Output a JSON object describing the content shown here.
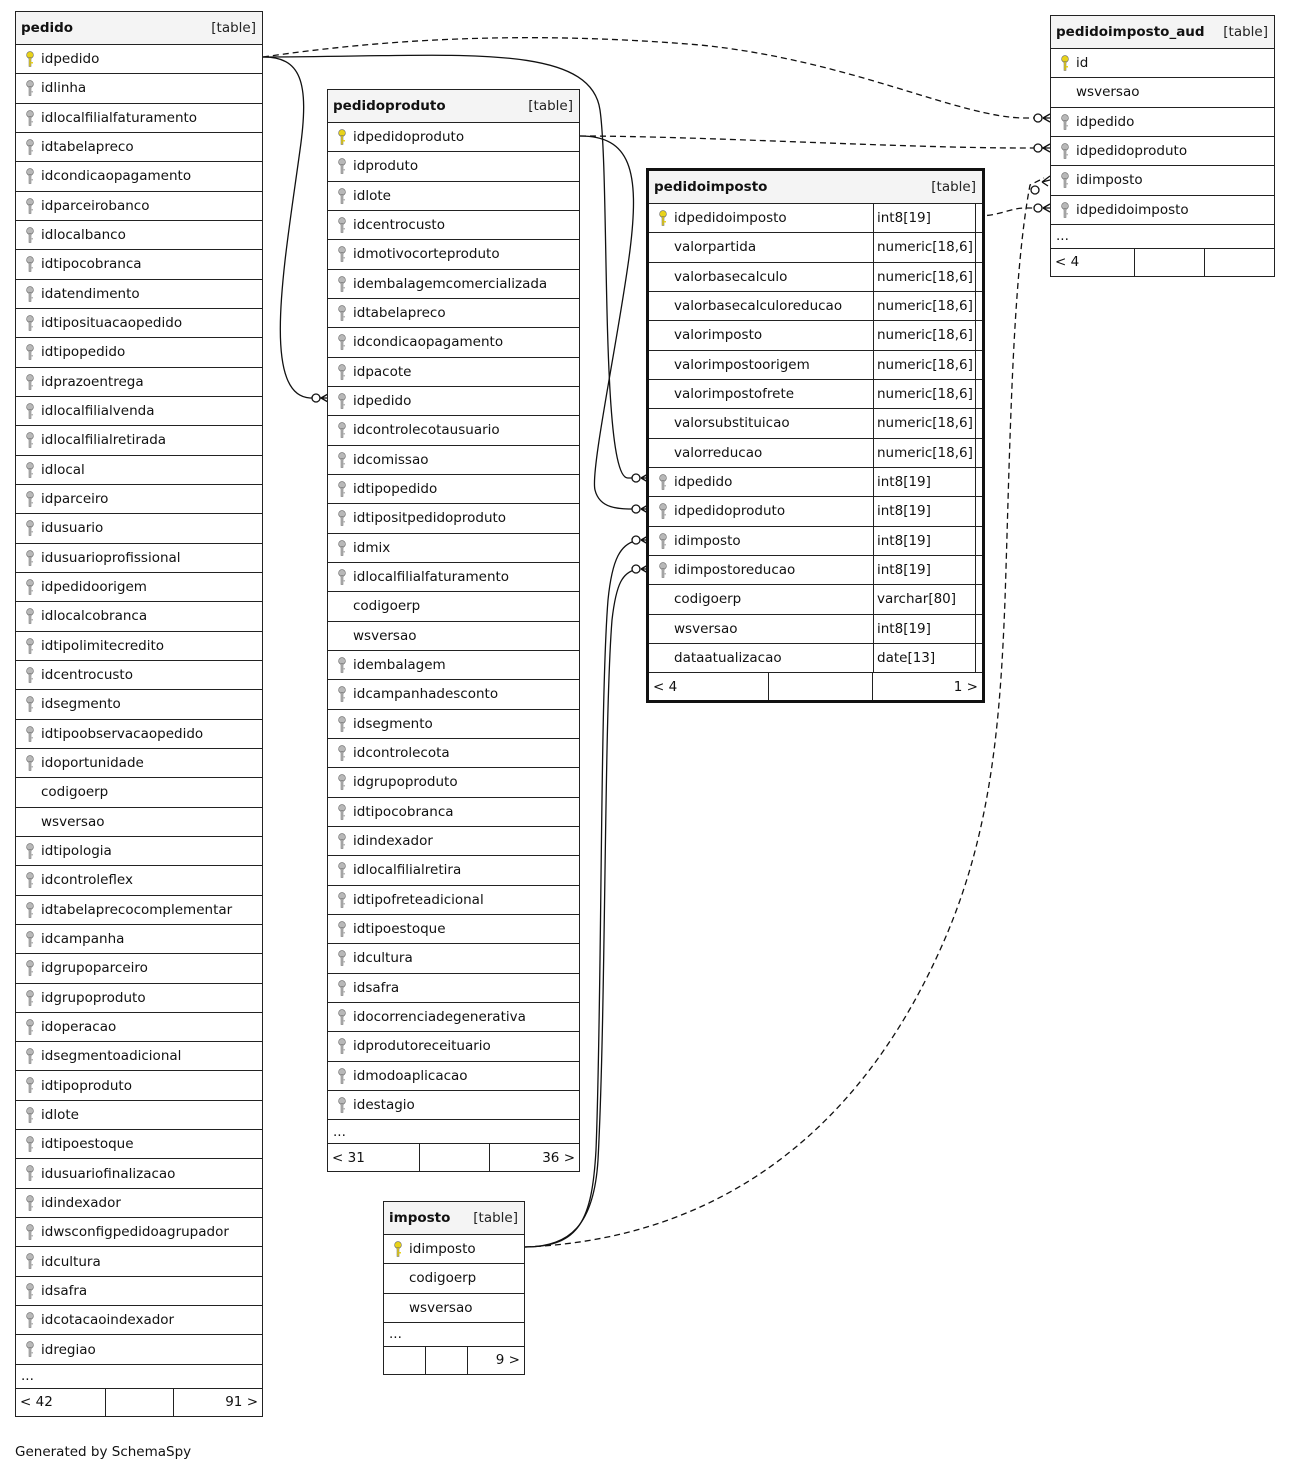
{
  "tables": {
    "pedido": {
      "name": "pedido",
      "tag": "[table]",
      "columns": [
        {
          "name": "idpedido",
          "key": "pk"
        },
        {
          "name": "idlinha",
          "key": "fk"
        },
        {
          "name": "idlocalfilialfaturamento",
          "key": "fk"
        },
        {
          "name": "idtabelapreco",
          "key": "fk"
        },
        {
          "name": "idcondicaopagamento",
          "key": "fk"
        },
        {
          "name": "idparceirobanco",
          "key": "fk"
        },
        {
          "name": "idlocalbanco",
          "key": "fk"
        },
        {
          "name": "idtipocobranca",
          "key": "fk"
        },
        {
          "name": "idatendimento",
          "key": "fk"
        },
        {
          "name": "idtiposituacaopedido",
          "key": "fk"
        },
        {
          "name": "idtipopedido",
          "key": "fk"
        },
        {
          "name": "idprazoentrega",
          "key": "fk"
        },
        {
          "name": "idlocalfilialvenda",
          "key": "fk"
        },
        {
          "name": "idlocalfilialretirada",
          "key": "fk"
        },
        {
          "name": "idlocal",
          "key": "fk"
        },
        {
          "name": "idparceiro",
          "key": "fk"
        },
        {
          "name": "idusuario",
          "key": "fk"
        },
        {
          "name": "idusuarioprofissional",
          "key": "fk"
        },
        {
          "name": "idpedidoorigem",
          "key": "fk"
        },
        {
          "name": "idlocalcobranca",
          "key": "fk"
        },
        {
          "name": "idtipolimitecredito",
          "key": "fk"
        },
        {
          "name": "idcentrocusto",
          "key": "fk"
        },
        {
          "name": "idsegmento",
          "key": "fk"
        },
        {
          "name": "idtipoobservacaopedido",
          "key": "fk"
        },
        {
          "name": "idoportunidade",
          "key": "fk"
        },
        {
          "name": "codigoerp",
          "key": ""
        },
        {
          "name": "wsversao",
          "key": ""
        },
        {
          "name": "idtipologia",
          "key": "fk"
        },
        {
          "name": "idcontroleflex",
          "key": "fk"
        },
        {
          "name": "idtabelaprecocomplementar",
          "key": "fk"
        },
        {
          "name": "idcampanha",
          "key": "fk"
        },
        {
          "name": "idgrupoparceiro",
          "key": "fk"
        },
        {
          "name": "idgrupoproduto",
          "key": "fk"
        },
        {
          "name": "idoperacao",
          "key": "fk"
        },
        {
          "name": "idsegmentoadicional",
          "key": "fk"
        },
        {
          "name": "idtipoproduto",
          "key": "fk"
        },
        {
          "name": "idlote",
          "key": "fk"
        },
        {
          "name": "idtipoestoque",
          "key": "fk"
        },
        {
          "name": "idusuariofinalizacao",
          "key": "fk"
        },
        {
          "name": "idindexador",
          "key": "fk"
        },
        {
          "name": "idwsconfigpedidoagrupador",
          "key": "fk"
        },
        {
          "name": "idcultura",
          "key": "fk"
        },
        {
          "name": "idsafra",
          "key": "fk"
        },
        {
          "name": "idcotacaoindexador",
          "key": "fk"
        },
        {
          "name": "idregiao",
          "key": "fk"
        }
      ],
      "more": "...",
      "footer": {
        "left": "< 42",
        "mid": "",
        "right": "91 >"
      }
    },
    "pedidoproduto": {
      "name": "pedidoproduto",
      "tag": "[table]",
      "columns": [
        {
          "name": "idpedidoproduto",
          "key": "pk"
        },
        {
          "name": "idproduto",
          "key": "fk"
        },
        {
          "name": "idlote",
          "key": "fk"
        },
        {
          "name": "idcentrocusto",
          "key": "fk"
        },
        {
          "name": "idmotivocorteproduto",
          "key": "fk"
        },
        {
          "name": "idembalagemcomercializada",
          "key": "fk"
        },
        {
          "name": "idtabelapreco",
          "key": "fk"
        },
        {
          "name": "idcondicaopagamento",
          "key": "fk"
        },
        {
          "name": "idpacote",
          "key": "fk"
        },
        {
          "name": "idpedido",
          "key": "fk"
        },
        {
          "name": "idcontrolecotausuario",
          "key": "fk"
        },
        {
          "name": "idcomissao",
          "key": "fk"
        },
        {
          "name": "idtipopedido",
          "key": "fk"
        },
        {
          "name": "idtipositpedidoproduto",
          "key": "fk"
        },
        {
          "name": "idmix",
          "key": "fk"
        },
        {
          "name": "idlocalfilialfaturamento",
          "key": "fk"
        },
        {
          "name": "codigoerp",
          "key": ""
        },
        {
          "name": "wsversao",
          "key": ""
        },
        {
          "name": "idembalagem",
          "key": "fk"
        },
        {
          "name": "idcampanhadesconto",
          "key": "fk"
        },
        {
          "name": "idsegmento",
          "key": "fk"
        },
        {
          "name": "idcontrolecota",
          "key": "fk"
        },
        {
          "name": "idgrupoproduto",
          "key": "fk"
        },
        {
          "name": "idtipocobranca",
          "key": "fk"
        },
        {
          "name": "idindexador",
          "key": "fk"
        },
        {
          "name": "idlocalfilialretira",
          "key": "fk"
        },
        {
          "name": "idtipofreteadicional",
          "key": "fk"
        },
        {
          "name": "idtipoestoque",
          "key": "fk"
        },
        {
          "name": "idcultura",
          "key": "fk"
        },
        {
          "name": "idsafra",
          "key": "fk"
        },
        {
          "name": "idocorrenciadegenerativa",
          "key": "fk"
        },
        {
          "name": "idprodutoreceituario",
          "key": "fk"
        },
        {
          "name": "idmodoaplicacao",
          "key": "fk"
        },
        {
          "name": "idestagio",
          "key": "fk"
        }
      ],
      "more": "...",
      "footer": {
        "left": "< 31",
        "mid": "",
        "right": "36 >"
      }
    },
    "pedidoimposto": {
      "name": "pedidoimposto",
      "tag": "[table]",
      "columns": [
        {
          "name": "idpedidoimposto",
          "key": "pk",
          "type": "int8[19]"
        },
        {
          "name": "valorpartida",
          "key": "",
          "type": "numeric[18,6]"
        },
        {
          "name": "valorbasecalculo",
          "key": "",
          "type": "numeric[18,6]"
        },
        {
          "name": "valorbasecalculoreducao",
          "key": "",
          "type": "numeric[18,6]"
        },
        {
          "name": "valorimposto",
          "key": "",
          "type": "numeric[18,6]"
        },
        {
          "name": "valorimpostoorigem",
          "key": "",
          "type": "numeric[18,6]"
        },
        {
          "name": "valorimpostofrete",
          "key": "",
          "type": "numeric[18,6]"
        },
        {
          "name": "valorsubstituicao",
          "key": "",
          "type": "numeric[18,6]"
        },
        {
          "name": "valorreducao",
          "key": "",
          "type": "numeric[18,6]"
        },
        {
          "name": "idpedido",
          "key": "fk",
          "type": "int8[19]"
        },
        {
          "name": "idpedidoproduto",
          "key": "fk",
          "type": "int8[19]"
        },
        {
          "name": "idimposto",
          "key": "fk",
          "type": "int8[19]"
        },
        {
          "name": "idimpostoreducao",
          "key": "fk",
          "type": "int8[19]"
        },
        {
          "name": "codigoerp",
          "key": "",
          "type": "varchar[80]"
        },
        {
          "name": "wsversao",
          "key": "",
          "type": "int8[19]"
        },
        {
          "name": "dataatualizacao",
          "key": "",
          "type": "date[13]"
        }
      ],
      "footer": {
        "left": "< 4",
        "mid": "",
        "right": "1 >"
      }
    },
    "pedidoimposto_aud": {
      "name": "pedidoimposto_aud",
      "tag": "[table]",
      "columns": [
        {
          "name": "id",
          "key": "pk"
        },
        {
          "name": "wsversao",
          "key": ""
        },
        {
          "name": "idpedido",
          "key": "fk"
        },
        {
          "name": "idpedidoproduto",
          "key": "fk"
        },
        {
          "name": "idimposto",
          "key": "fk"
        },
        {
          "name": "idpedidoimposto",
          "key": "fk"
        }
      ],
      "more": "...",
      "footer": {
        "left": "< 4",
        "mid": "",
        "right": ""
      }
    },
    "imposto": {
      "name": "imposto",
      "tag": "[table]",
      "columns": [
        {
          "name": "idimposto",
          "key": "pk"
        },
        {
          "name": "codigoerp",
          "key": ""
        },
        {
          "name": "wsversao",
          "key": ""
        }
      ],
      "more": "...",
      "footer": {
        "left": "",
        "mid": "",
        "right": "9 >"
      }
    }
  },
  "footer_text": "Generated by SchemaSpy",
  "colors": {
    "pk_key": "#e8d21a",
    "fk_key": "#b8b8b8",
    "line": "#111111"
  }
}
